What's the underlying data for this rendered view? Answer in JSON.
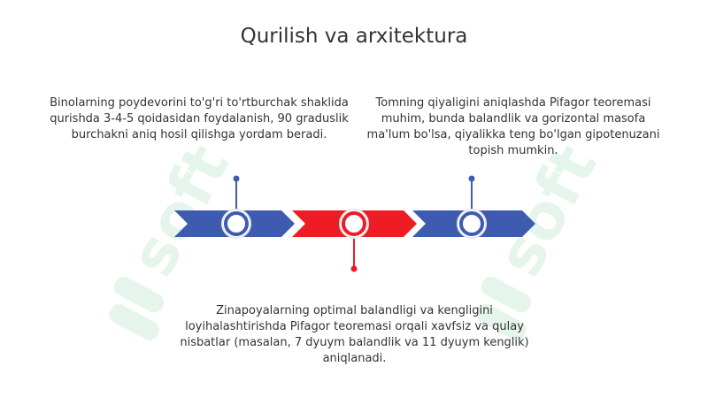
{
  "title": "Qurilish va arxitektura",
  "items": [
    {
      "text": "Binolarning poydevorini to'g'ri to'rtburchak shaklida qurishda 3-4-5 qoidasidan foydalanish, 90 graduslik burchakni aniq hosil qilishga yordam beradi.",
      "segment_color": "#3f5bb0"
    },
    {
      "text": "Zinapoyalarning optimal balandligi va kengligini loyihalashtirishda Pifagor teoremasi orqali xavfsiz va qulay nisbatlar (masalan, 7 dyuym balandlik va 11 dyuym kenglik) aniqlanadi.",
      "segment_color": "#ee1c25"
    },
    {
      "text": "Tomning qiyaligini aniqlashda Pifagor teoremasi muhim, bunda balandlik va gorizontal masofa ma'lum bo'lsa, qiyalikka teng bo'lgan gipotenuzani topish mumkin.",
      "segment_color": "#3f5bb0"
    }
  ],
  "colors": {
    "blue": "#3f5bb0",
    "red": "#ee1c25",
    "watermark": "#e3f3e8"
  },
  "watermark_text": "soft"
}
